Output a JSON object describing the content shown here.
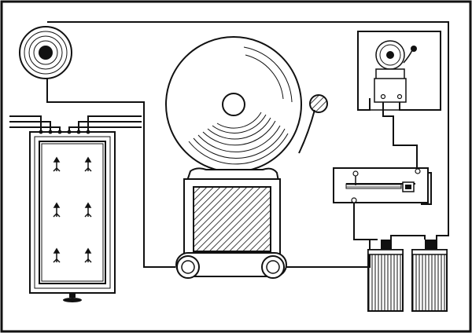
{
  "figure": {
    "components": [
      {
        "id": "push-button",
        "icon": "push-button-icon"
      },
      {
        "id": "alarm-bell",
        "icon": "bell-icon"
      },
      {
        "id": "annunciator",
        "icon": "indicator-drop-icon"
      },
      {
        "id": "small-bell",
        "icon": "bell-icon"
      },
      {
        "id": "rheostat-switch",
        "icon": "switch-icon"
      },
      {
        "id": "battery-cell-1",
        "icon": "battery-icon"
      },
      {
        "id": "battery-cell-2",
        "icon": "battery-icon"
      }
    ],
    "colors": {
      "ink": "#111111",
      "paper": "#ffffff"
    }
  }
}
